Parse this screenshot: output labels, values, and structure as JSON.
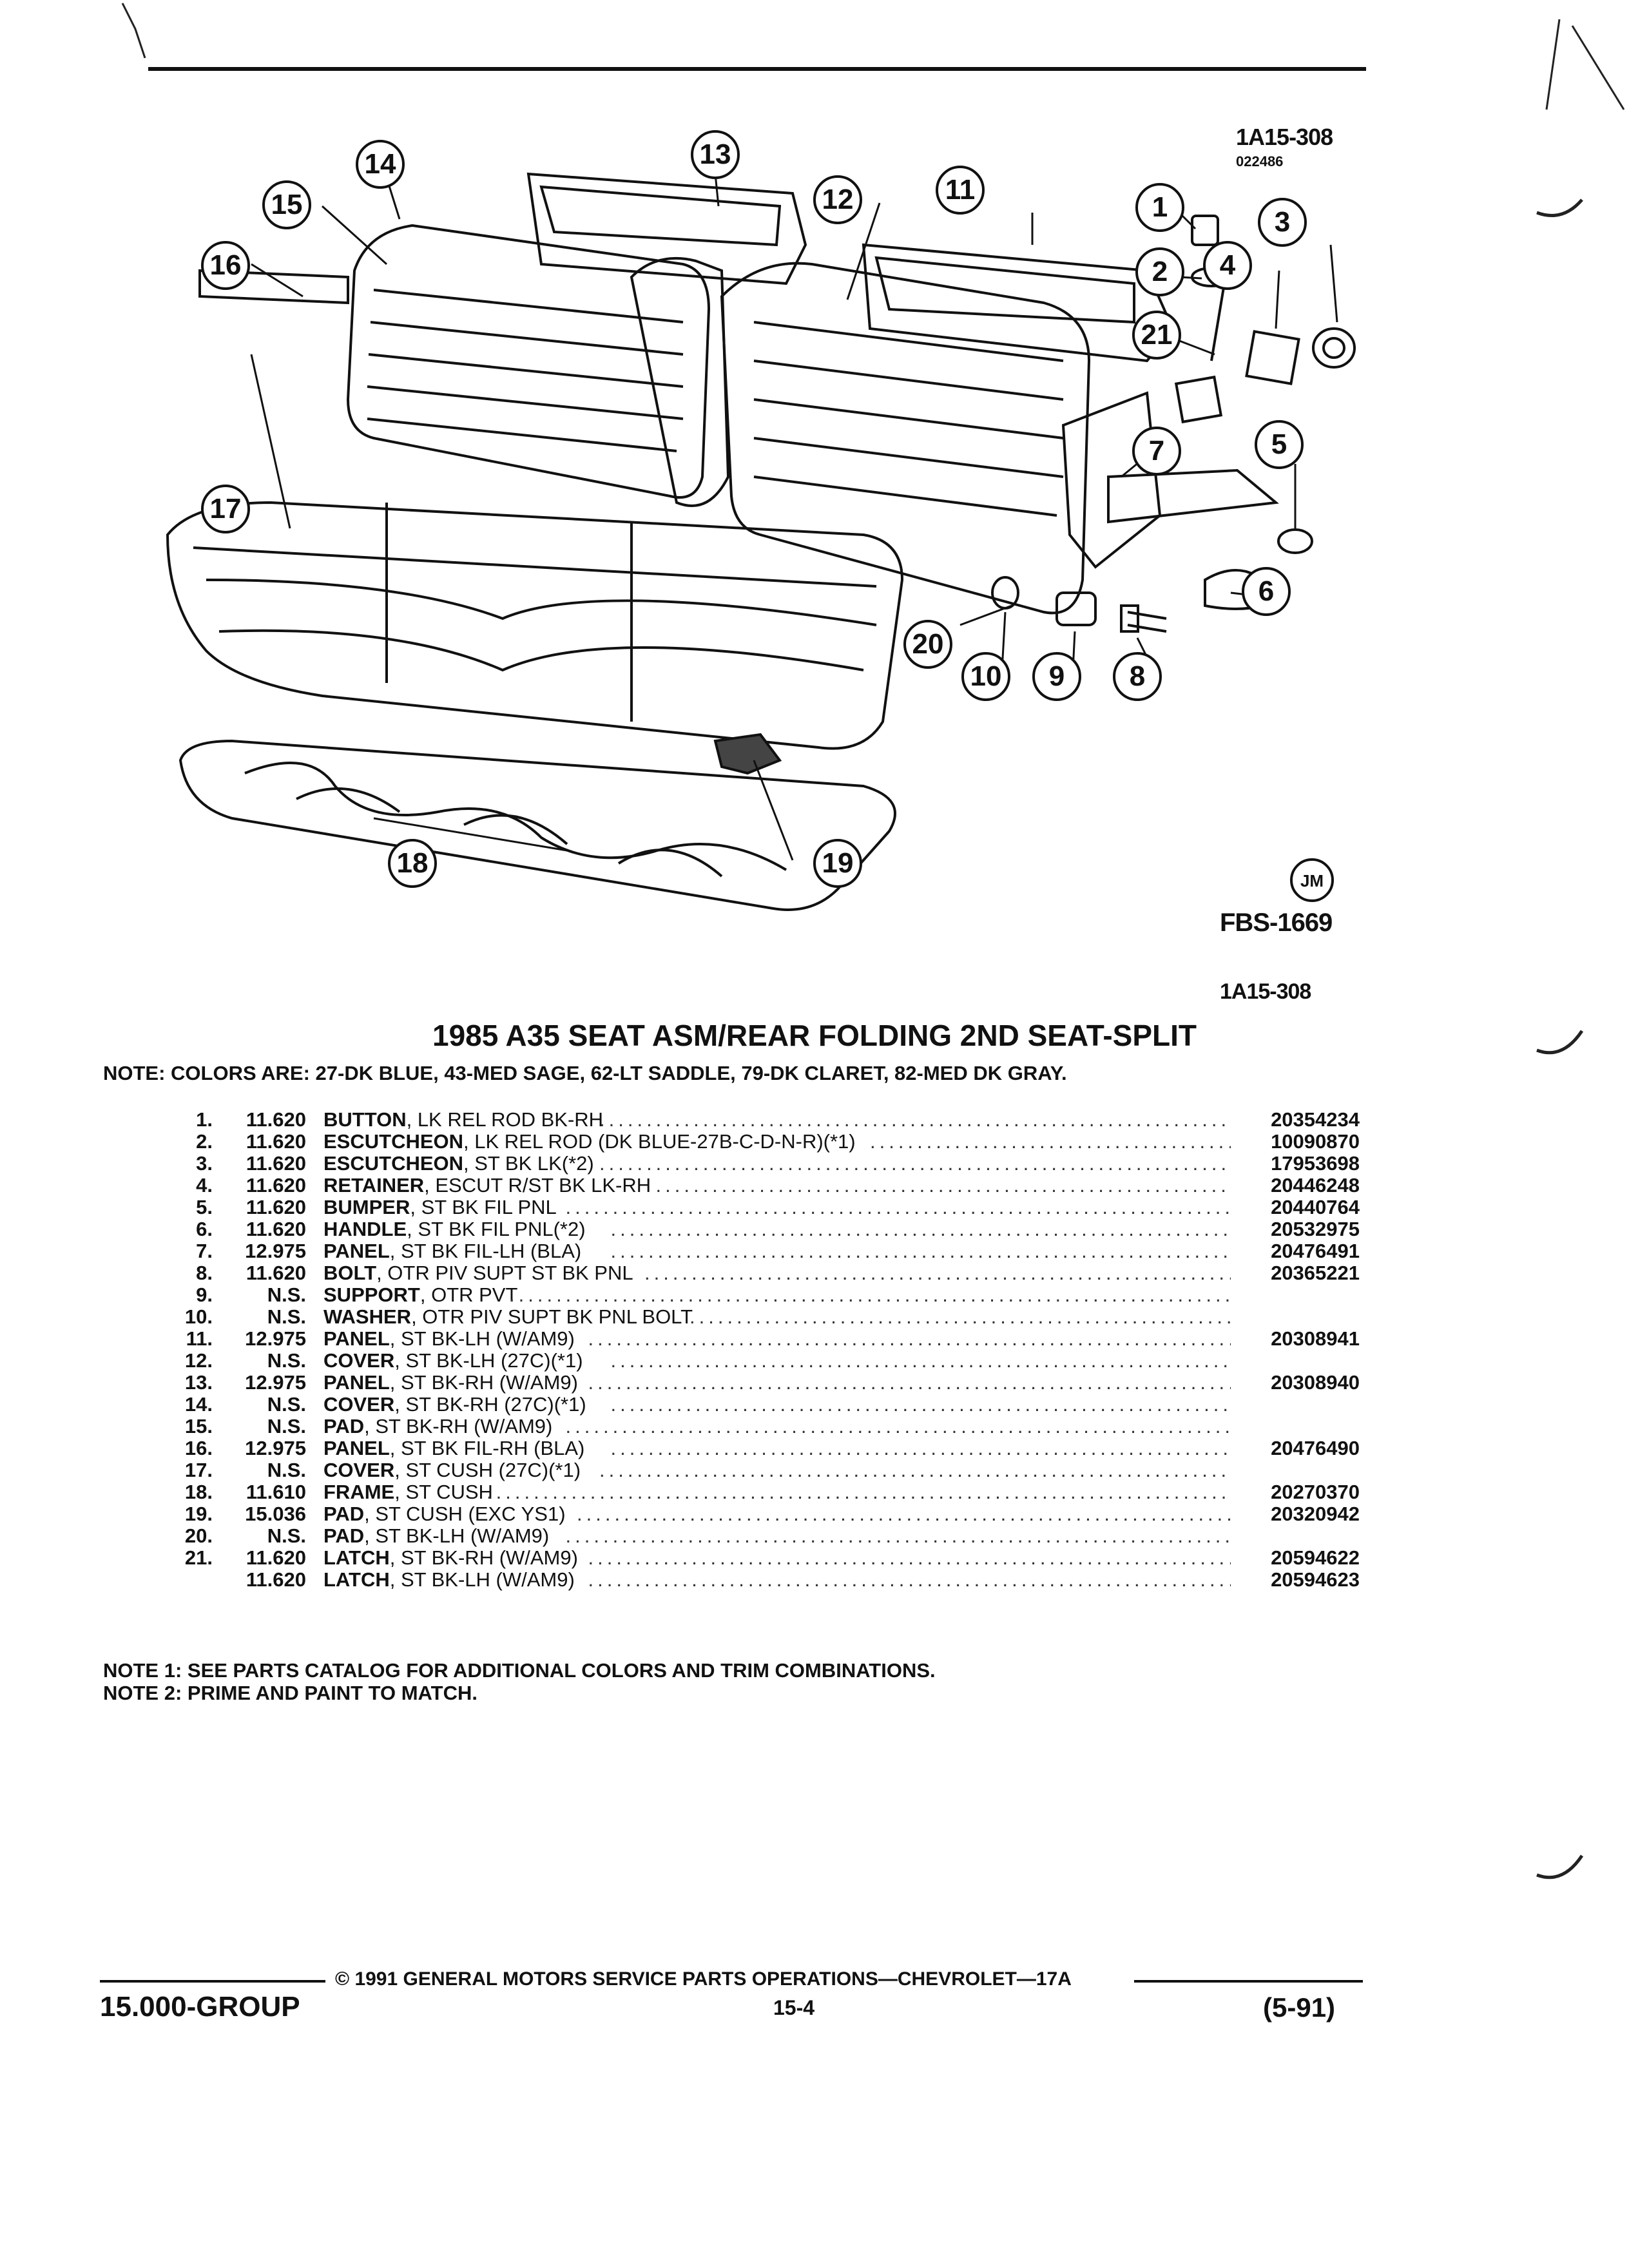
{
  "figure": {
    "id_top": "1A15-308",
    "id_sub": "022486",
    "logo": "JM",
    "code": "FBS-1669",
    "id_bottom": "1A15-308",
    "callouts": [
      "1",
      "2",
      "3",
      "4",
      "5",
      "6",
      "7",
      "8",
      "9",
      "10",
      "11",
      "12",
      "13",
      "14",
      "15",
      "16",
      "17",
      "18",
      "19",
      "20",
      "21"
    ]
  },
  "title": "1985 A35 SEAT ASM/REAR FOLDING 2ND SEAT-SPLIT",
  "note_colors": "NOTE:  COLORS ARE: 27-DK BLUE, 43-MED SAGE, 62-LT SADDLE, 79-DK CLARET, 82-MED DK GRAY.",
  "parts": [
    {
      "num": "1.",
      "group": "11.620",
      "name": "BUTTON",
      "desc": ", LK REL ROD BK-RH",
      "pn": "20354234"
    },
    {
      "num": "2.",
      "group": "11.620",
      "name": "ESCUTCHEON",
      "desc": ", LK REL ROD (DK BLUE-27B-C-D-N-R)(*1)",
      "pn": "10090870"
    },
    {
      "num": "3.",
      "group": "11.620",
      "name": "ESCUTCHEON",
      "desc": ", ST BK LK(*2)",
      "pn": "17953698"
    },
    {
      "num": "4.",
      "group": "11.620",
      "name": "RETAINER",
      "desc": ", ESCUT R/ST BK LK-RH",
      "pn": "20446248"
    },
    {
      "num": "5.",
      "group": "11.620",
      "name": "BUMPER",
      "desc": ", ST BK FIL PNL",
      "pn": "20440764"
    },
    {
      "num": "6.",
      "group": "11.620",
      "name": "HANDLE",
      "desc": ", ST BK FIL PNL(*2)",
      "pn": "20532975"
    },
    {
      "num": "7.",
      "group": "12.975",
      "name": "PANEL",
      "desc": ", ST BK FIL-LH (BLA)",
      "pn": "20476491"
    },
    {
      "num": "8.",
      "group": "11.620",
      "name": "BOLT",
      "desc": ", OTR PIV SUPT ST BK PNL",
      "pn": "20365221"
    },
    {
      "num": "9.",
      "group": "N.S.",
      "name": "SUPPORT",
      "desc": ", OTR PVT",
      "pn": ""
    },
    {
      "num": "10.",
      "group": "N.S.",
      "name": "WASHER",
      "desc": ", OTR PIV SUPT BK PNL BOLT",
      "pn": ""
    },
    {
      "num": "11.",
      "group": "12.975",
      "name": "PANEL",
      "desc": ", ST BK-LH (W/AM9)",
      "pn": "20308941"
    },
    {
      "num": "12.",
      "group": "N.S.",
      "name": "COVER",
      "desc": ", ST BK-LH (27C)(*1)",
      "pn": ""
    },
    {
      "num": "13.",
      "group": "12.975",
      "name": "PANEL",
      "desc": ", ST BK-RH (W/AM9)",
      "pn": "20308940"
    },
    {
      "num": "14.",
      "group": "N.S.",
      "name": "COVER",
      "desc": ", ST BK-RH (27C)(*1)",
      "pn": ""
    },
    {
      "num": "15.",
      "group": "N.S.",
      "name": "PAD",
      "desc": ", ST BK-RH (W/AM9)",
      "pn": ""
    },
    {
      "num": "16.",
      "group": "12.975",
      "name": "PANEL",
      "desc": ", ST BK FIL-RH (BLA)",
      "pn": "20476490"
    },
    {
      "num": "17.",
      "group": "N.S.",
      "name": "COVER",
      "desc": ", ST CUSH (27C)(*1)",
      "pn": ""
    },
    {
      "num": "18.",
      "group": "11.610",
      "name": "FRAME",
      "desc": ", ST CUSH",
      "pn": "20270370"
    },
    {
      "num": "19.",
      "group": "15.036",
      "name": "PAD",
      "desc": ", ST CUSH (EXC YS1)",
      "pn": "20320942"
    },
    {
      "num": "20.",
      "group": "N.S.",
      "name": "PAD",
      "desc": ", ST BK-LH (W/AM9)",
      "pn": ""
    },
    {
      "num": "21.",
      "group": "11.620",
      "name": "LATCH",
      "desc": ", ST BK-RH (W/AM9)",
      "pn": "20594622"
    },
    {
      "num": "",
      "group": "11.620",
      "name": "LATCH",
      "desc": ", ST BK-LH (W/AM9)",
      "pn": "20594623"
    }
  ],
  "notes": [
    "NOTE  1:  SEE PARTS CATALOG FOR ADDITIONAL COLORS AND TRIM COMBINATIONS.",
    "NOTE  2:  PRIME AND PAINT TO MATCH."
  ],
  "footer": {
    "copyright": "© 1991 GENERAL MOTORS SERVICE PARTS OPERATIONS—CHEVROLET—17A",
    "group": "15.000-GROUP",
    "page": "15-4",
    "date": "(5-91)"
  }
}
